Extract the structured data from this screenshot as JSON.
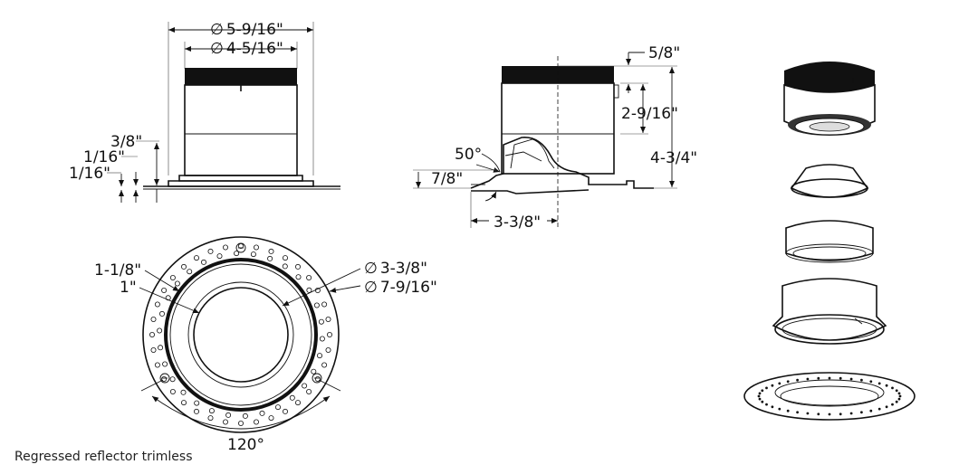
{
  "caption": "Regressed reflector trimless",
  "front_view": {
    "outer_diameter": "5-9/16\"",
    "inner_diameter": "4-5/16\"",
    "flange_height": "3/8\"",
    "step_a": "1/16\"",
    "step_b": "1/16\"",
    "diameter_symbol": "∅"
  },
  "side_view": {
    "top_band": "5/8\"",
    "band_to_mid": "2-9/16\"",
    "total_height": "4-3/4\"",
    "angle": "50°",
    "regress_depth": "7/8\"",
    "half_width": "3-3/8\""
  },
  "plan_view": {
    "ring_a": "1-1/8\"",
    "ring_b": "1\"",
    "aperture_diameter": "3-3/8\"",
    "flange_diameter": "7-9/16\"",
    "spacing_angle": "120°"
  }
}
